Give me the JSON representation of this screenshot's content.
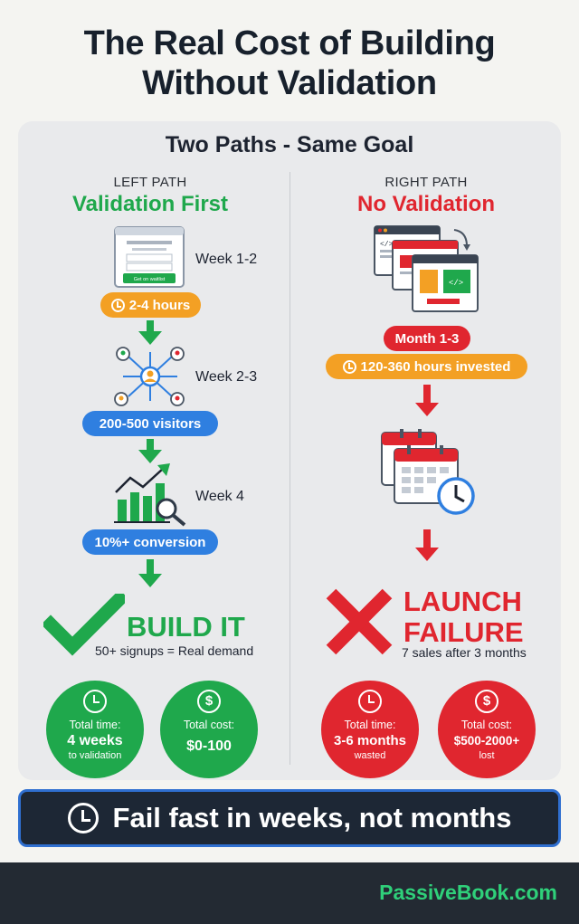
{
  "header": {
    "title_line1": "The Real Cost of Building",
    "title_line2": "Without Validation",
    "subtitle": "Two Paths - Same Goal"
  },
  "colors": {
    "green": "#1fa84c",
    "red": "#e0262f",
    "orange": "#f3a024",
    "blue": "#2f7fe0",
    "dark": "#1d2735",
    "brand_green": "#2fd07a"
  },
  "left_path": {
    "label": "LEFT PATH",
    "heading": "Validation First",
    "steps": [
      {
        "icon": "landing-page-icon",
        "week": "Week 1-2",
        "badge": "2-4 hours",
        "badge_color": "orange",
        "cta_text": "Get on waitlist"
      },
      {
        "icon": "people-network-icon",
        "week": "Week 2-3",
        "badge": "200-500 visitors",
        "badge_color": "blue"
      },
      {
        "icon": "growth-chart-icon",
        "week": "Week 4",
        "badge": "10%+ conversion",
        "badge_color": "blue"
      }
    ],
    "verdict": "BUILD IT",
    "verdict_sub": "50+ signups = Real demand",
    "stats": [
      {
        "icon": "clock-icon",
        "label": "Total time:",
        "value": "4 weeks",
        "note": "to validation"
      },
      {
        "icon": "dollar-icon",
        "label": "Total cost:",
        "value": "$0-100",
        "note": ""
      }
    ]
  },
  "right_path": {
    "label": "RIGHT PATH",
    "heading": "No Validation",
    "steps": [
      {
        "icon": "code-windows-icon",
        "badge": "Month 1-3",
        "badge_color": "red"
      },
      {
        "icon": "clock-icon",
        "badge": "120-360 hours invested",
        "badge_color": "orange"
      },
      {
        "icon": "calendar-stack-icon"
      }
    ],
    "verdict_line1": "LAUNCH",
    "verdict_line2": "FAILURE",
    "verdict_sub": "7 sales after 3 months",
    "stats": [
      {
        "icon": "clock-icon",
        "label": "Total time:",
        "value": "3-6 months",
        "note": "wasted"
      },
      {
        "icon": "dollar-icon",
        "label": "Total cost:",
        "value": "$500-2000+",
        "note": "lost"
      }
    ]
  },
  "banner": {
    "icon": "clock-icon",
    "text": "Fail fast in weeks, not months"
  },
  "footer": {
    "brand": "PassiveBook.com"
  }
}
